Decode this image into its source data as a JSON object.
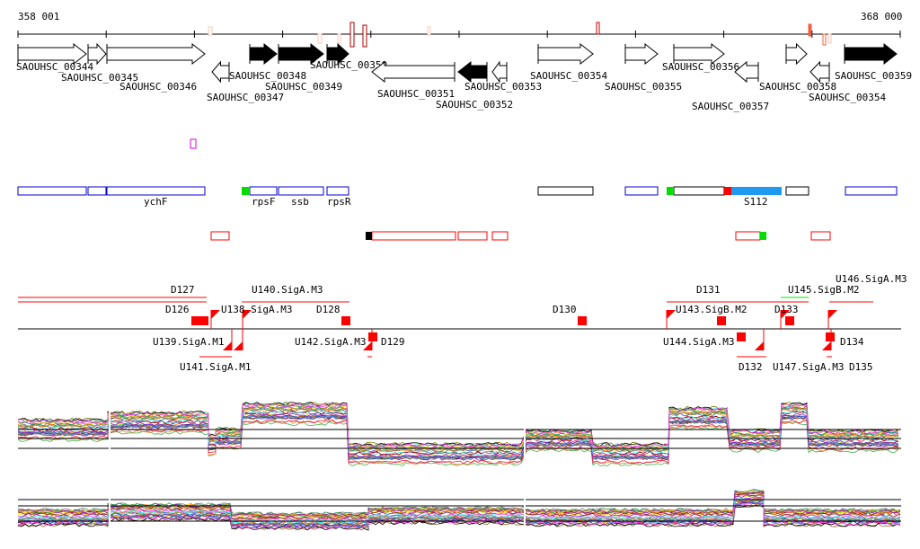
{
  "ruler": {
    "start_label": "358 001",
    "end_label": "368 000"
  },
  "genes": [
    {
      "name": "SAOUHSC_00344",
      "strand": "+",
      "filled": false
    },
    {
      "name": "SAOUHSC_00345",
      "strand": "+",
      "filled": false
    },
    {
      "name": "SAOUHSC_00346",
      "strand": "+",
      "filled": false
    },
    {
      "name": "SAOUHSC_00347",
      "strand": "-",
      "filled": false
    },
    {
      "name": "SAOUHSC_00348",
      "strand": "+",
      "filled": true
    },
    {
      "name": "SAOUHSC_00349",
      "strand": "+",
      "filled": true
    },
    {
      "name": "SAOUHSC_00350",
      "strand": "+",
      "filled": true
    },
    {
      "name": "SAOUHSC_00351",
      "strand": "-",
      "filled": false
    },
    {
      "name": "SAOUHSC_00352",
      "strand": "-",
      "filled": true
    },
    {
      "name": "SAOUHSC_00353",
      "strand": "-",
      "filled": false
    },
    {
      "name": "SAOUHSC_00354",
      "strand": "+",
      "filled": false
    },
    {
      "name": "SAOUHSC_00355",
      "strand": "+",
      "filled": false
    },
    {
      "name": "SAOUHSC_00356",
      "strand": "+",
      "filled": false
    },
    {
      "name": "SAOUHSC_00357",
      "strand": "-",
      "filled": false
    },
    {
      "name": "SAOUHSC_00358",
      "strand": "+",
      "filled": false
    },
    {
      "name": "SAOUHSC_00354",
      "strand": "-",
      "filled": false
    },
    {
      "name": "SAOUHSC_00359",
      "strand": "+",
      "filled": true
    }
  ],
  "gene_names": [
    "ychF",
    "rpsF",
    "ssb",
    "rpsR",
    "S112"
  ],
  "regulatory_labels": [
    "D126",
    "D127",
    "U138.SigA.M3",
    "U140.SigA.M3",
    "D128",
    "U139.SigA.M1",
    "U141.SigA.M1",
    "U142.SigA.M3",
    "D129",
    "D130",
    "U143.SigB.M2",
    "D131",
    "U145.SigB.M2",
    "D133",
    "U146.SigA.M3",
    "D132",
    "U144.SigA.M3",
    "U147.SigA.M3",
    "D134",
    "D135"
  ],
  "colors": {
    "promoter": "#ff0000",
    "cds_box": "#0000cc",
    "srna": "#1e90ff",
    "start": "#00cc00"
  }
}
